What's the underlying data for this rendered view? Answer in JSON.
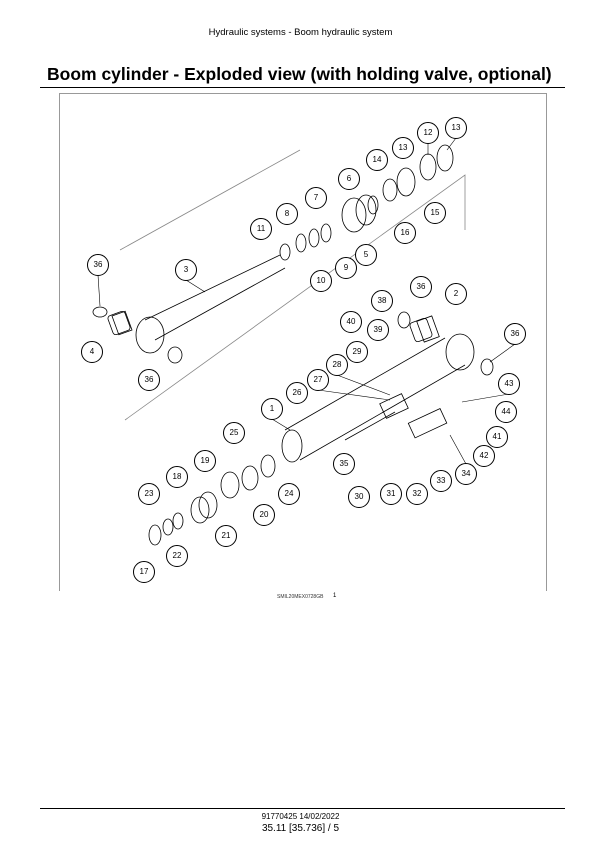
{
  "header": {
    "section": "Hydraulic systems - Boom hydraulic system"
  },
  "title": "Boom cylinder - Exploded view (with holding valve, optional)",
  "figure": {
    "code": "SMIL20MEX0728GB",
    "number": "1",
    "callouts": [
      "13",
      "12",
      "13",
      "14",
      "15",
      "16",
      "6",
      "7",
      "8",
      "11",
      "5",
      "9",
      "10",
      "3",
      "36",
      "4",
      "36",
      "36",
      "2",
      "38",
      "40",
      "39",
      "36",
      "29",
      "28",
      "27",
      "26",
      "1",
      "43",
      "44",
      "41",
      "42",
      "34",
      "33",
      "32",
      "31",
      "30",
      "35",
      "25",
      "19",
      "18",
      "24",
      "20",
      "21",
      "23",
      "22",
      "17"
    ]
  },
  "footer": {
    "doc": "91770425 14/02/2022",
    "page": "35.11 [35.736] / 5"
  }
}
